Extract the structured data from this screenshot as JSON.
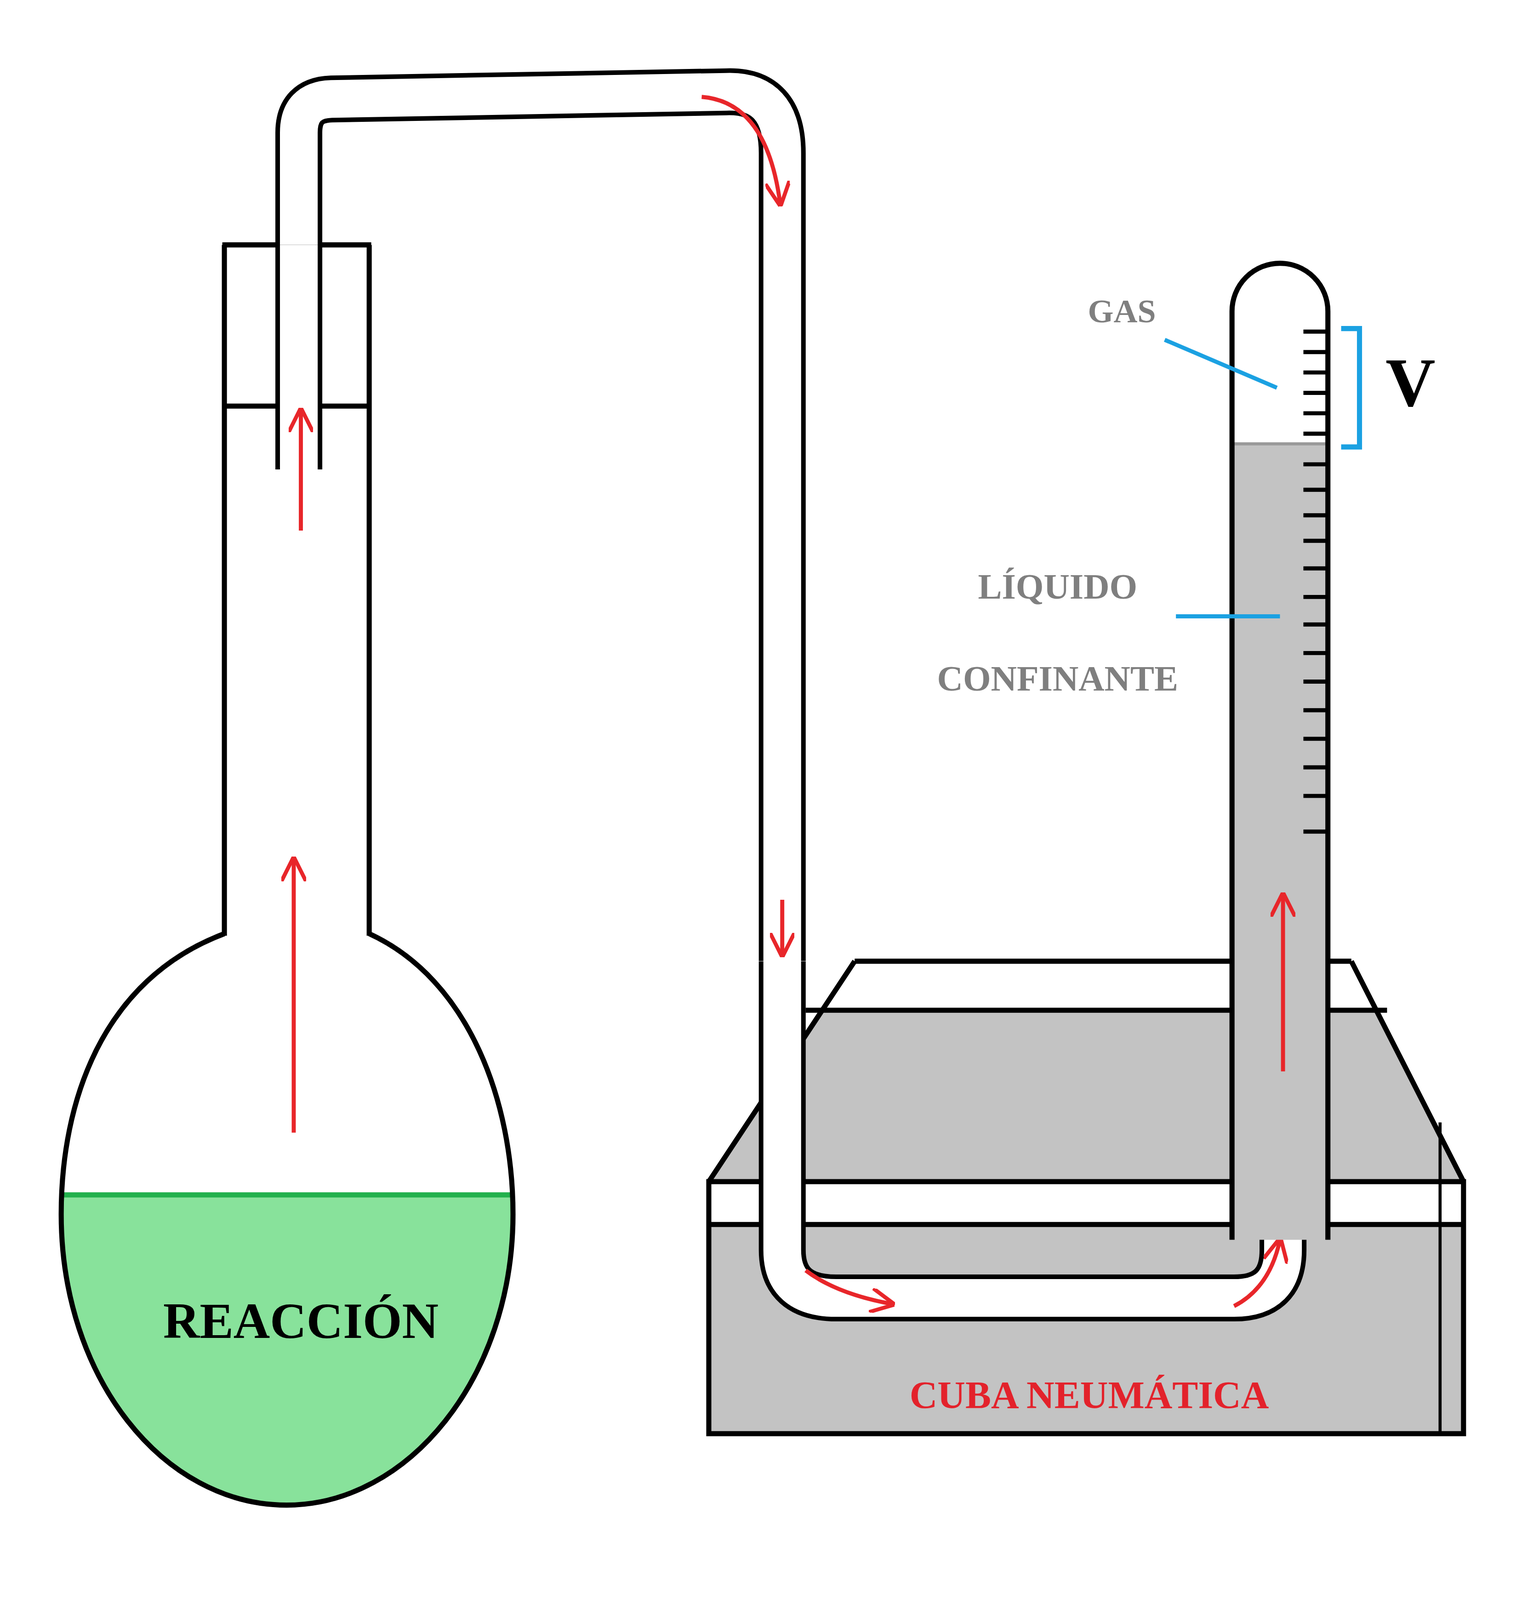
{
  "diagram": {
    "nodes": [
      {
        "text": [
          "REACCIÓN"
        ]
      },
      {
        "text": [
          "CUBA NEUMÁTICA"
        ]
      }
    ],
    "edges": [
      {
        "from": 0,
        "to": 1,
        "arrow": "to"
      }
    ],
    "labels": [
      "GAS",
      "LÍQUIDO CONFINANTE",
      "V"
    ]
  }
}
